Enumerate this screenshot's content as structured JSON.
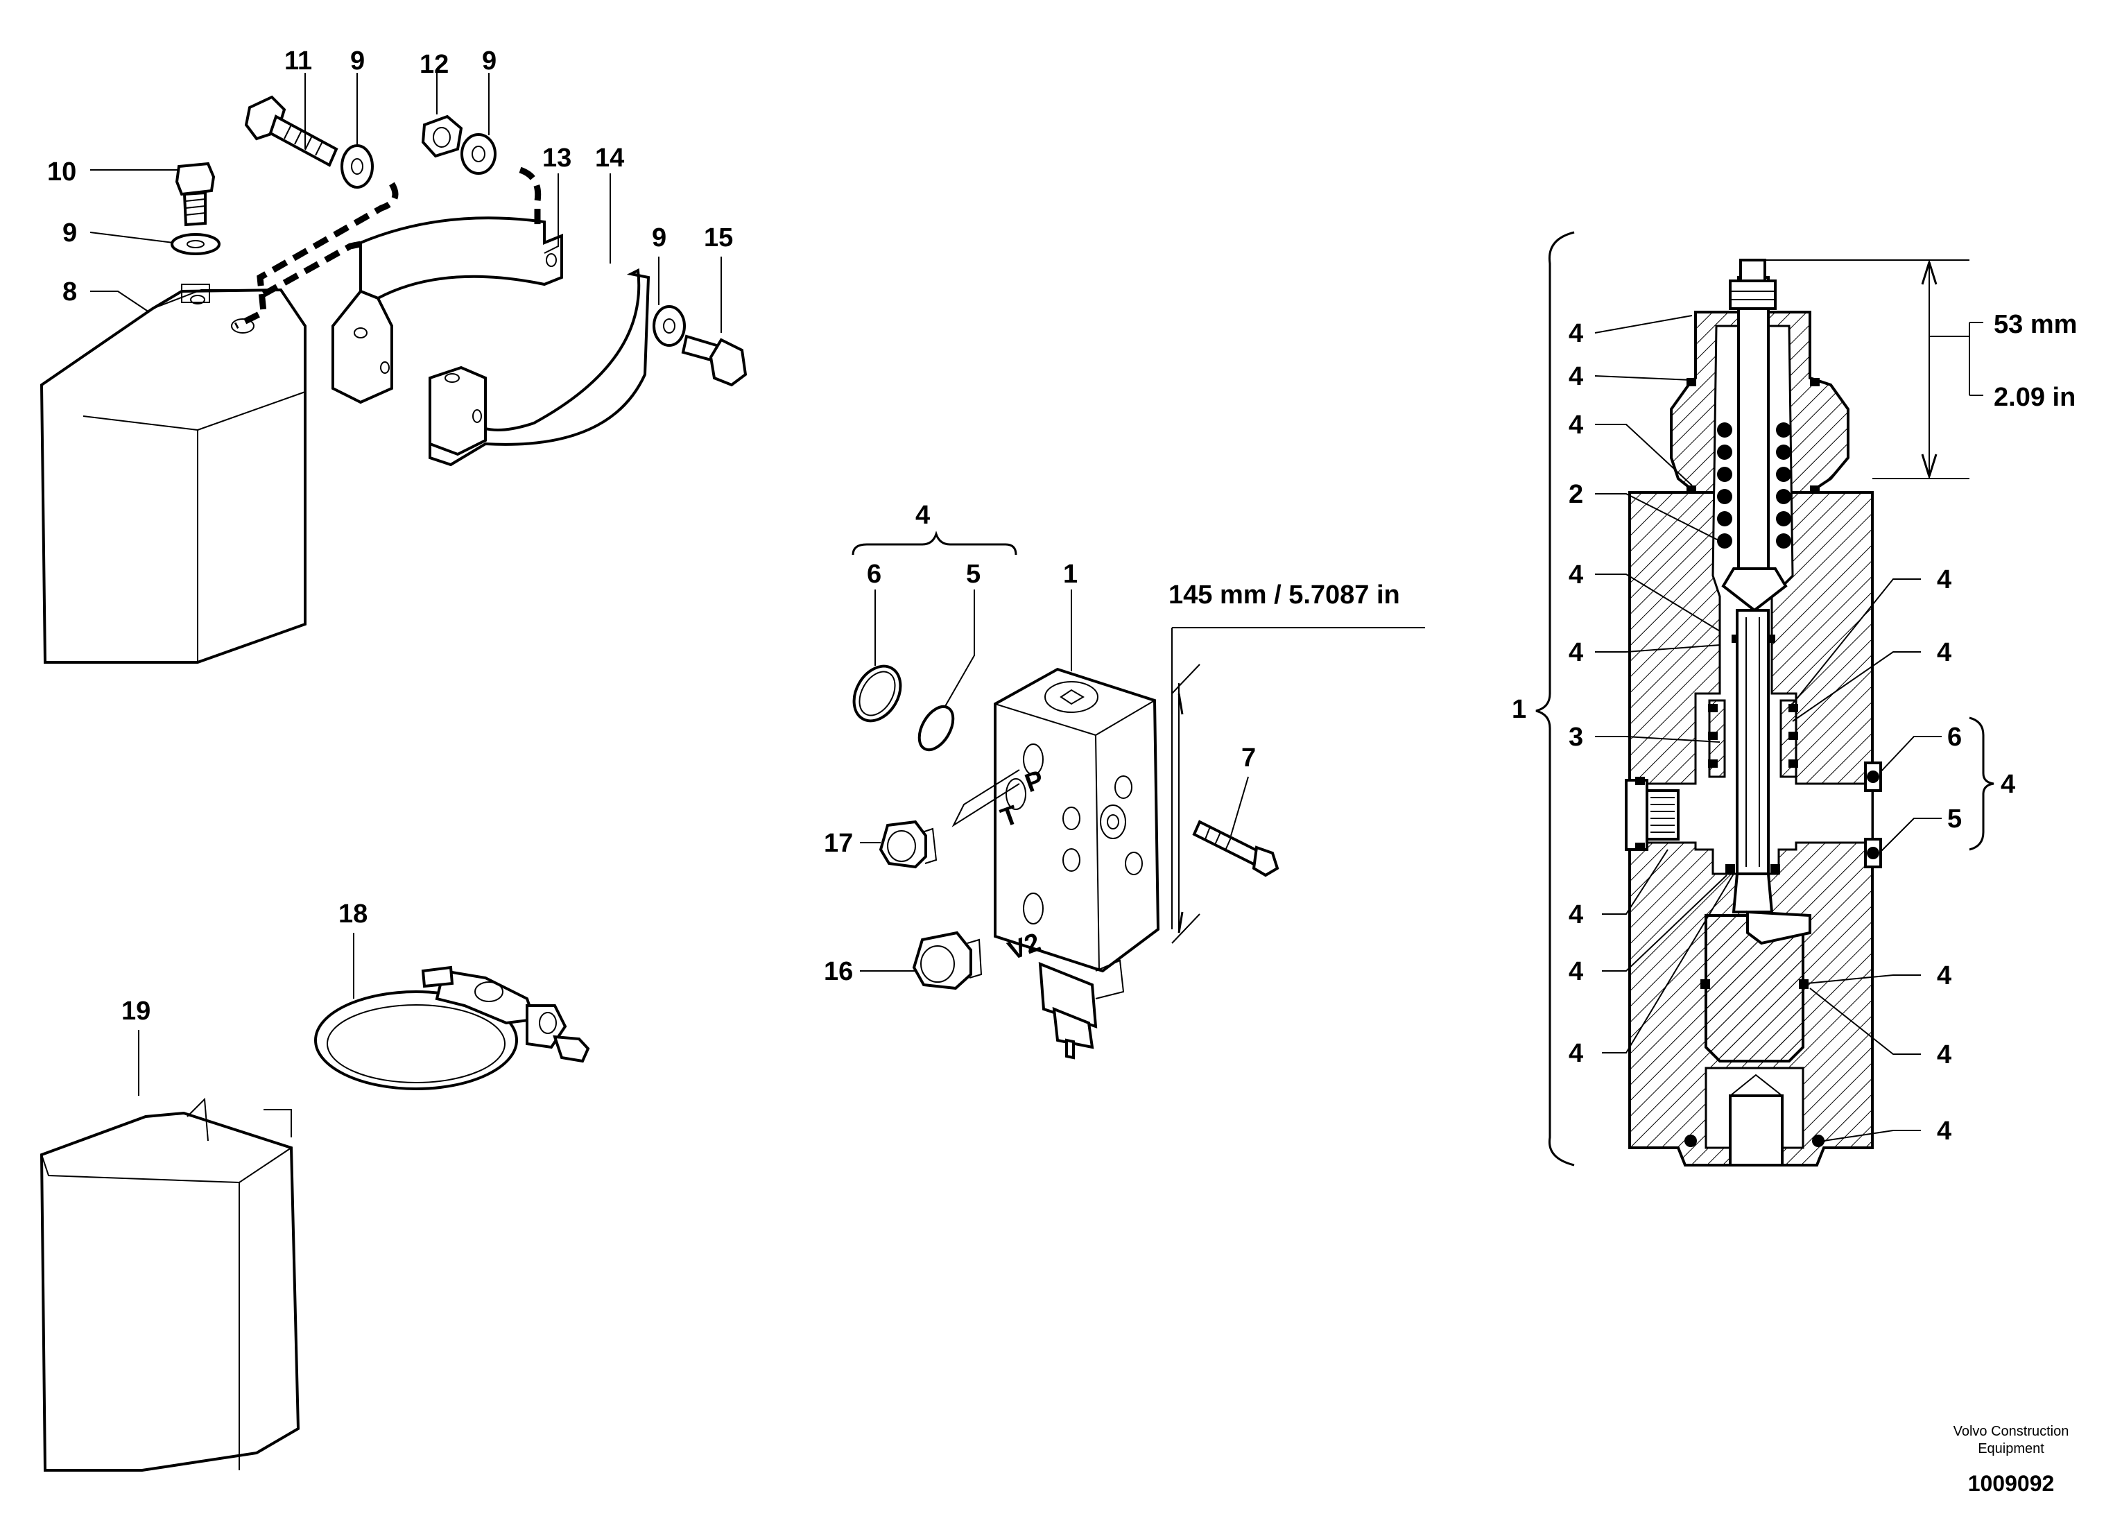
{
  "callouts": {
    "c10": "10",
    "c9a": "9",
    "c11": "11",
    "c9b": "9",
    "c12": "12",
    "c9c": "9",
    "c13": "13",
    "c14": "14",
    "c9d": "9",
    "c15": "15",
    "c8": "8",
    "c18": "18",
    "c19": "19",
    "c4_top": "4",
    "c6": "6",
    "c5": "5",
    "c1": "1",
    "c7": "7",
    "c17": "17",
    "c16": "16",
    "r4a": "4",
    "r4b": "4",
    "r4c": "4",
    "r2": "2",
    "r4d": "4",
    "r4e": "4",
    "r1": "1",
    "r3": "3",
    "r4f": "4",
    "r4g": "4",
    "r4h": "4",
    "r4i": "4",
    "r4j": "4",
    "r4k": "4",
    "r4l": "4",
    "r4m": "4",
    "r6": "6",
    "r5": "5",
    "r4n": "4"
  },
  "port_labels": {
    "p": "P",
    "t": "T",
    "v2": "V2"
  },
  "dimensions": {
    "valve_length": "145 mm / 5.7087 in",
    "stroke_mm": "53 mm",
    "stroke_in": "2.09 in"
  },
  "footer": {
    "brand_line1": "Volvo Construction",
    "brand_line2": "Equipment",
    "doc_number": "1009092"
  }
}
